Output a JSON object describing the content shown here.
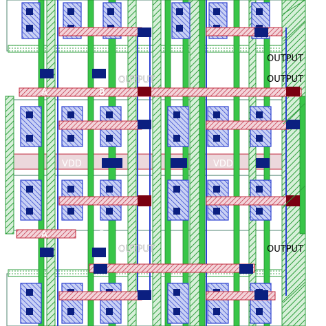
{
  "labels": {
    "output": "OUTPUT",
    "a": "A",
    "b": "B",
    "vdd": "VDD"
  },
  "colors": {
    "background": "#ffffff",
    "green_metal": "#38c548",
    "green_hatch": "#2e9e3c",
    "blue_diffusion": "#2b3fd0",
    "dark_contact": "#0b1f80",
    "red_poly": "#c0283c",
    "pink_poly": "#e49aa8",
    "dark_red_via": "#7a0010",
    "cell_outline": "#6e9a8a",
    "label_white": "#ffffff",
    "label_black": "#000000"
  }
}
